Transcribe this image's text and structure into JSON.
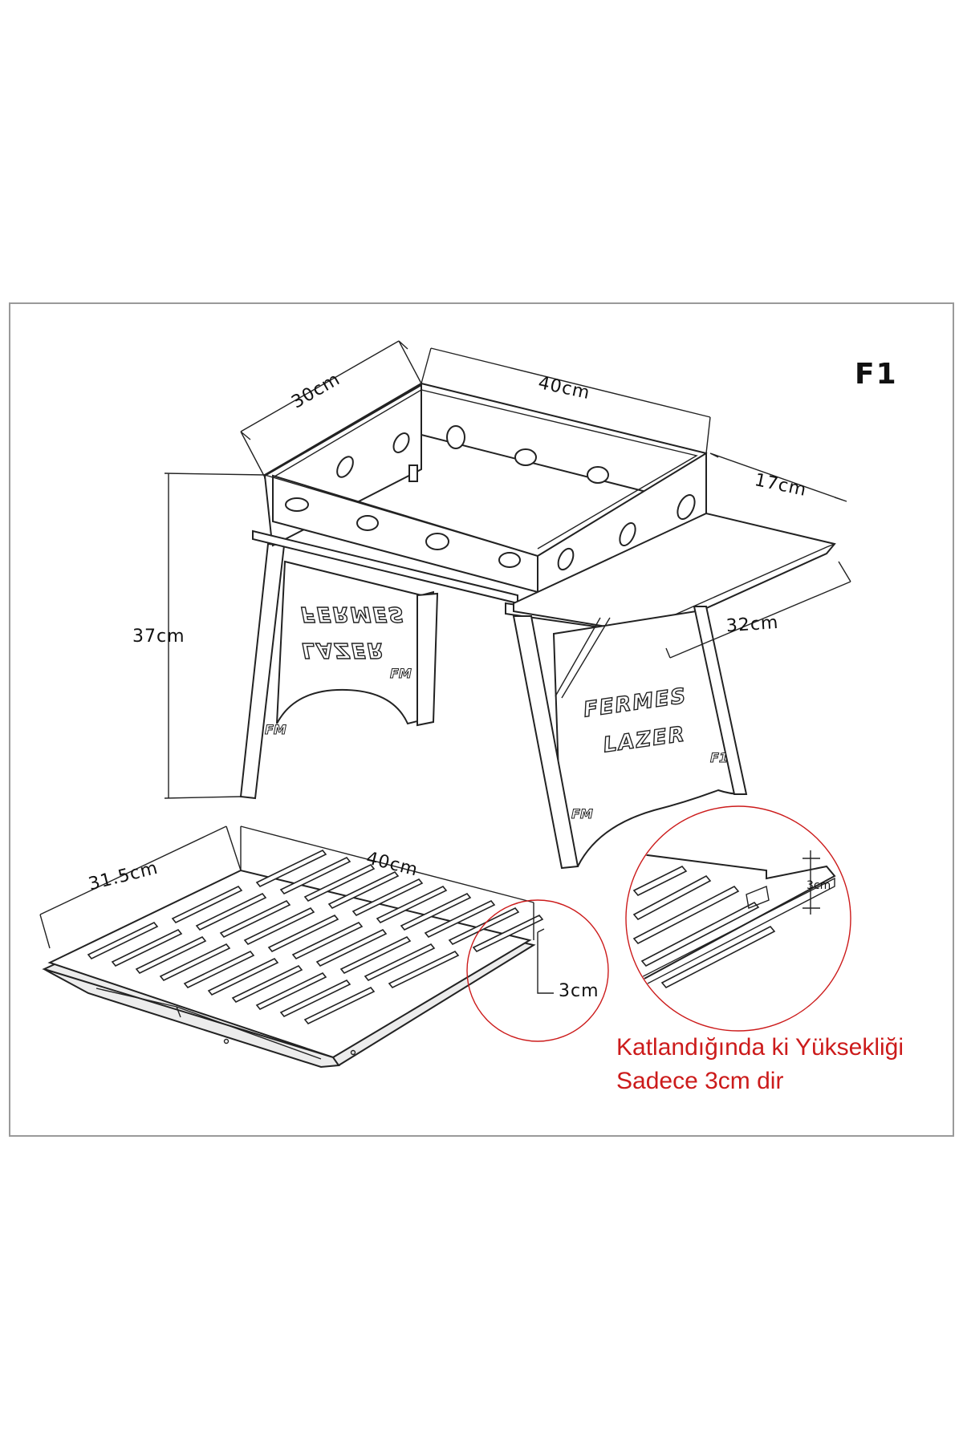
{
  "model_label": "F1",
  "dimensions": {
    "grill_depth": "30cm",
    "grill_width": "40cm",
    "shelf_depth": "17cm",
    "shelf_width": "32cm",
    "height": "37cm",
    "folded_depth": "31.5cm",
    "folded_width": "40cm",
    "folded_height": "3cm",
    "detail_height": "3cm"
  },
  "leg_branding": {
    "brand_line1": "FERMES",
    "brand_line2": "LAZER",
    "model_mark": "F1",
    "logo_mark": "FM"
  },
  "note": {
    "line1": "Katlandığında ki Yüksekliği",
    "line2": "Sadece 3cm dir"
  },
  "colors": {
    "outline": "#222222",
    "note_text": "#cc1b1b",
    "detail_circle": "#cc1b1b"
  }
}
